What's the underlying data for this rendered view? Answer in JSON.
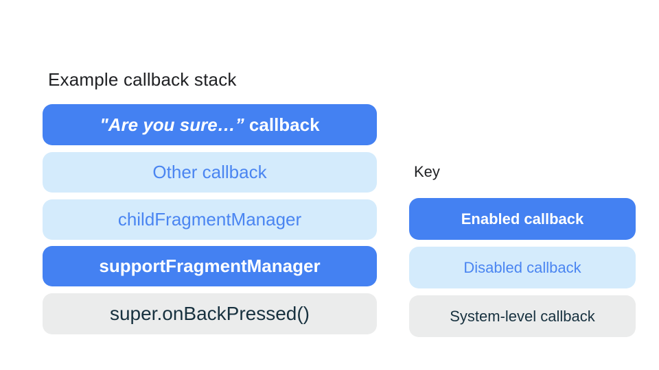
{
  "page": {
    "background": "#ffffff"
  },
  "colors": {
    "enabled_bg": "#4481F2",
    "enabled_text": "#FFFFFF",
    "disabled_bg": "#D4EBFC",
    "disabled_text": "#4A85F1",
    "system_bg": "#EBECEC",
    "system_text": "#17313F",
    "heading_text": "#202124"
  },
  "stack": {
    "title": "Example callback stack",
    "items": [
      {
        "label_italic": "\"Are you sure…”",
        "label_rest": " callback",
        "type": "enabled"
      },
      {
        "label": "Other callback",
        "type": "disabled"
      },
      {
        "label": "childFragmentManager",
        "type": "disabled"
      },
      {
        "label": "supportFragmentManager",
        "type": "enabled"
      },
      {
        "label": "super.onBackPressed()",
        "type": "system"
      }
    ]
  },
  "key": {
    "title": "Key",
    "items": [
      {
        "label": "Enabled callback",
        "type": "enabled"
      },
      {
        "label": "Disabled callback",
        "type": "disabled"
      },
      {
        "label": "System-level callback",
        "type": "system"
      }
    ]
  }
}
